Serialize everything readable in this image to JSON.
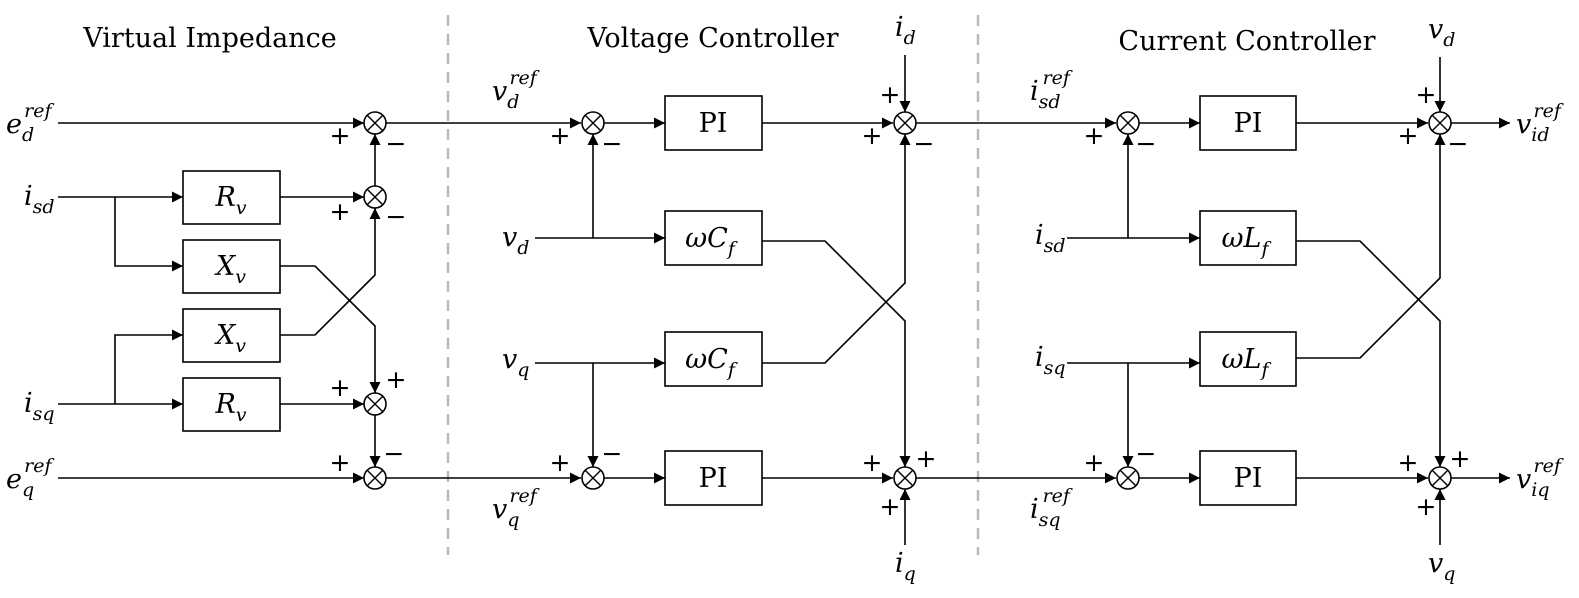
{
  "sections": {
    "virtual_impedance": "Virtual Impedance",
    "voltage_controller": "Voltage Controller",
    "current_controller": "Current Controller"
  },
  "blocks": {
    "rv": {
      "sym": "R",
      "sub": "v"
    },
    "xv": {
      "sym": "X",
      "sub": "v"
    },
    "pi": "PI",
    "wcf": {
      "sym": "ωC",
      "sub": "f"
    },
    "wlf": {
      "sym": "ωL",
      "sub": "f"
    }
  },
  "signals": {
    "e_d_ref": {
      "sym": "e",
      "sub": "d",
      "sup": "ref"
    },
    "e_q_ref": {
      "sym": "e",
      "sub": "q",
      "sup": "ref"
    },
    "i_sd": {
      "sym": "i",
      "sub": "sd"
    },
    "i_sq": {
      "sym": "i",
      "sub": "sq"
    },
    "v_d_ref": {
      "sym": "v",
      "sub": "d",
      "sup": "ref"
    },
    "v_q_ref": {
      "sym": "v",
      "sub": "q",
      "sup": "ref"
    },
    "v_d": {
      "sym": "v",
      "sub": "d"
    },
    "v_q": {
      "sym": "v",
      "sub": "q"
    },
    "i_d": {
      "sym": "i",
      "sub": "d"
    },
    "i_q": {
      "sym": "i",
      "sub": "q"
    },
    "i_sd_ref": {
      "sym": "i",
      "sub": "sd",
      "sup": "ref"
    },
    "i_sq_ref": {
      "sym": "i",
      "sub": "sq",
      "sup": "ref"
    },
    "v_id_ref": {
      "sym": "v",
      "sub": "id",
      "sup": "ref"
    },
    "v_iq_ref": {
      "sym": "v",
      "sub": "iq",
      "sup": "ref"
    }
  },
  "signs": {
    "plus": "+",
    "minus": "−"
  }
}
